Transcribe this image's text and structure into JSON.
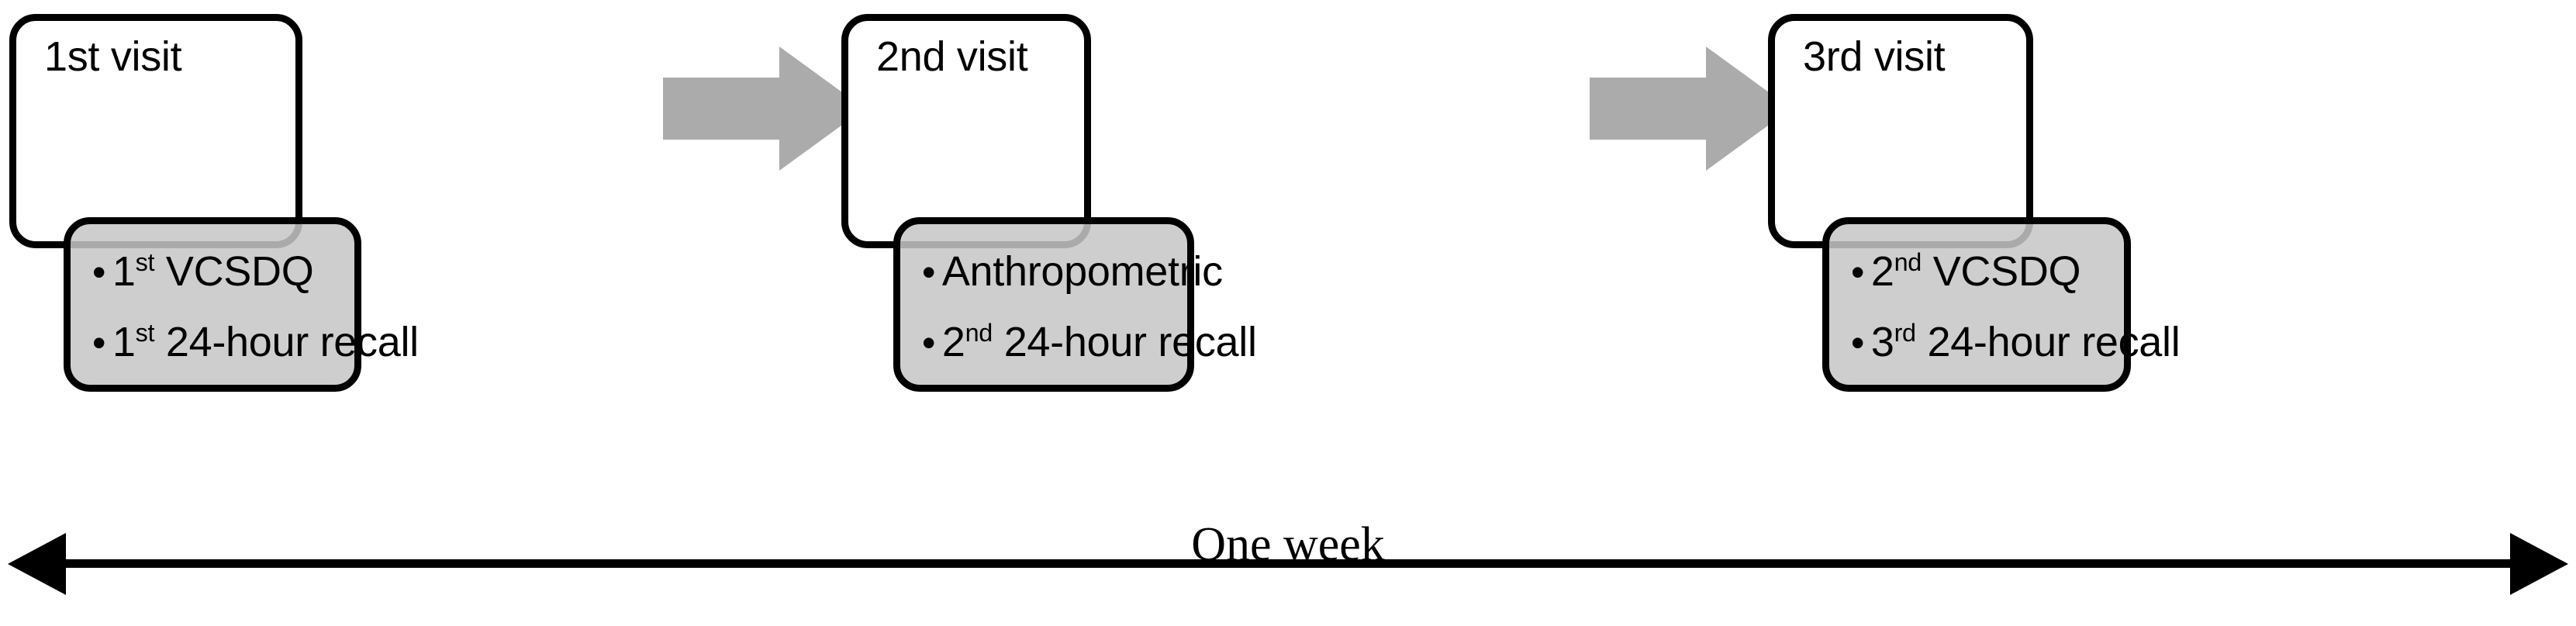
{
  "diagram": {
    "title_text": "Study visit schedule flow diagram",
    "colors": {
      "outline": "#000000",
      "white_card_fill": "#ffffff",
      "gray_card_fill": "#c6c6c6",
      "arrow_fill": "#ababab",
      "background": "#ffffff"
    },
    "groups": [
      {
        "id": "visit-1",
        "visit_label": "1st visit",
        "bullets": [
          {
            "bullet": "•",
            "prefix": "1",
            "sup": "st",
            "rest": " VCSDQ"
          },
          {
            "bullet": "•",
            "prefix": "1",
            "sup": "st",
            "rest": " 24-hour recall"
          }
        ]
      },
      {
        "id": "visit-2",
        "visit_label": "2nd visit",
        "bullets": [
          {
            "bullet": "•",
            "prefix": "",
            "sup": "",
            "rest": "Anthropometric"
          },
          {
            "bullet": "•",
            "prefix": "2",
            "sup": "nd",
            "rest": " 24-hour recall"
          }
        ]
      },
      {
        "id": "visit-3",
        "visit_label": "3rd visit",
        "bullets": [
          {
            "bullet": "•",
            "prefix": "2",
            "sup": "nd",
            "rest": " VCSDQ"
          },
          {
            "bullet": "•",
            "prefix": "3",
            "sup": "rd",
            "rest": " 24-hour recall"
          }
        ]
      }
    ],
    "connectors": [
      {
        "id": "arrow-1-to-2",
        "icon": "right-block-arrow-icon",
        "from": "visit-1",
        "to": "visit-2"
      },
      {
        "id": "arrow-2-to-3",
        "icon": "right-block-arrow-icon",
        "from": "visit-2",
        "to": "visit-3"
      }
    ],
    "timeline": {
      "icon": "double-headed-arrow-icon",
      "label": "One week"
    }
  }
}
